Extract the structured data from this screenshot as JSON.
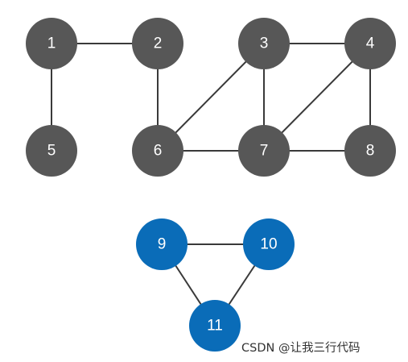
{
  "colors": {
    "gray_node": "#575757",
    "blue_node": "#0a6cb8",
    "edge": "#3a3a3a"
  },
  "nodes": [
    {
      "id": "1",
      "label": "1",
      "group": "gray"
    },
    {
      "id": "2",
      "label": "2",
      "group": "gray"
    },
    {
      "id": "3",
      "label": "3",
      "group": "gray"
    },
    {
      "id": "4",
      "label": "4",
      "group": "gray"
    },
    {
      "id": "5",
      "label": "5",
      "group": "gray"
    },
    {
      "id": "6",
      "label": "6",
      "group": "gray"
    },
    {
      "id": "7",
      "label": "7",
      "group": "gray"
    },
    {
      "id": "8",
      "label": "8",
      "group": "gray"
    },
    {
      "id": "9",
      "label": "9",
      "group": "blue"
    },
    {
      "id": "10",
      "label": "10",
      "group": "blue"
    },
    {
      "id": "11",
      "label": "11",
      "group": "blue"
    }
  ],
  "edges": [
    [
      "1",
      "2"
    ],
    [
      "1",
      "5"
    ],
    [
      "2",
      "6"
    ],
    [
      "3",
      "4"
    ],
    [
      "3",
      "6"
    ],
    [
      "3",
      "7"
    ],
    [
      "4",
      "7"
    ],
    [
      "4",
      "8"
    ],
    [
      "6",
      "7"
    ],
    [
      "7",
      "8"
    ],
    [
      "9",
      "10"
    ],
    [
      "9",
      "11"
    ],
    [
      "10",
      "11"
    ]
  ],
  "watermark": "CSDN @让我三行代码"
}
